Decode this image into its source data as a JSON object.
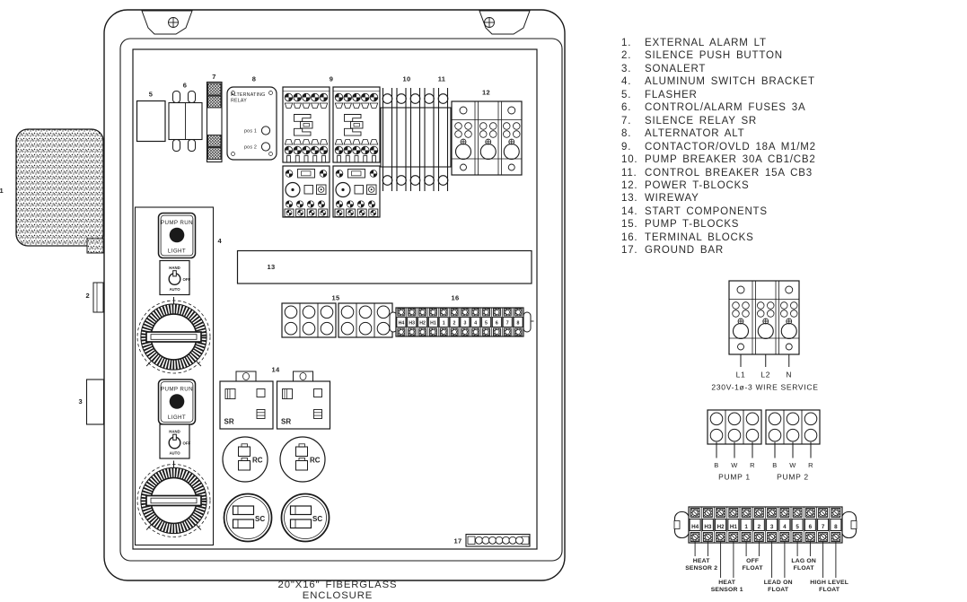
{
  "legend": {
    "items": [
      {
        "num": "1.",
        "label": "EXTERNAL ALARM LT"
      },
      {
        "num": "2.",
        "label": "SILENCE PUSH BUTTON"
      },
      {
        "num": "3.",
        "label": "SONALERT"
      },
      {
        "num": "4.",
        "label": "ALUMINUM SWITCH BRACKET"
      },
      {
        "num": "5.",
        "label": "FLASHER"
      },
      {
        "num": "6.",
        "label": "CONTROL/ALARM FUSES 3A"
      },
      {
        "num": "7.",
        "label": "SILENCE RELAY SR"
      },
      {
        "num": "8.",
        "label": "ALTERNATOR ALT"
      },
      {
        "num": "9.",
        "label": "CONTACTOR/OVLD 18A M1/M2"
      },
      {
        "num": "10.",
        "label": "PUMP BREAKER 30A CB1/CB2"
      },
      {
        "num": "11.",
        "label": "CONTROL BREAKER 15A CB3"
      },
      {
        "num": "12.",
        "label": "POWER T-BLOCKS"
      },
      {
        "num": "13.",
        "label": "WIREWAY"
      },
      {
        "num": "14.",
        "label": "START COMPONENTS"
      },
      {
        "num": "15.",
        "label": "PUMP T-BLOCKS"
      },
      {
        "num": "16.",
        "label": "TERMINAL BLOCKS"
      },
      {
        "num": "17.",
        "label": "GROUND BAR"
      }
    ]
  },
  "caption": "20\"X16\" FIBERGLASS ENCLOSURE",
  "callouts": {
    "c1": "1",
    "c2": "2",
    "c3": "3",
    "c4": "4",
    "c5": "5",
    "c6": "6",
    "c7": "7",
    "c8": "8",
    "c9": "9",
    "c10": "10",
    "c11": "11",
    "c12": "12",
    "c13": "13",
    "c14": "14",
    "c15": "15",
    "c16": "16",
    "c17": "17"
  },
  "controls": {
    "pump_run": "PUMP RUN",
    "light": "LIGHT",
    "hand": "HAND",
    "off": "OFF",
    "auto": "AUTO"
  },
  "components": {
    "alt_relay_line1": "ALTERNATING",
    "alt_relay_line2": "RELAY",
    "pos1": "pos 1",
    "pos2": "pos 2",
    "sr": "SR",
    "rc": "RC",
    "sc": "SC"
  },
  "service": {
    "terminals": [
      "L1",
      "L2",
      "N"
    ],
    "caption": "230V-1ø-3 WIRE SERVICE"
  },
  "pumps": {
    "wires": [
      "B",
      "W",
      "R"
    ],
    "pump1": "PUMP 1",
    "pump2": "PUMP 2"
  },
  "terminal_strip": {
    "labels": [
      "H4",
      "H3",
      "H2",
      "H1",
      "1",
      "2",
      "3",
      "4",
      "5",
      "6",
      "7",
      "8"
    ],
    "groups": [
      {
        "l1": "HEAT",
        "l2": "SENSOR 2"
      },
      {
        "l1": "HEAT",
        "l2": "SENSOR 1"
      },
      {
        "l1": "OFF",
        "l2": "FLOAT"
      },
      {
        "l1": "LEAD ON",
        "l2": "FLOAT"
      },
      {
        "l1": "LAG ON",
        "l2": "FLOAT"
      },
      {
        "l1": "HIGH LEVEL",
        "l2": "FLOAT"
      }
    ]
  }
}
